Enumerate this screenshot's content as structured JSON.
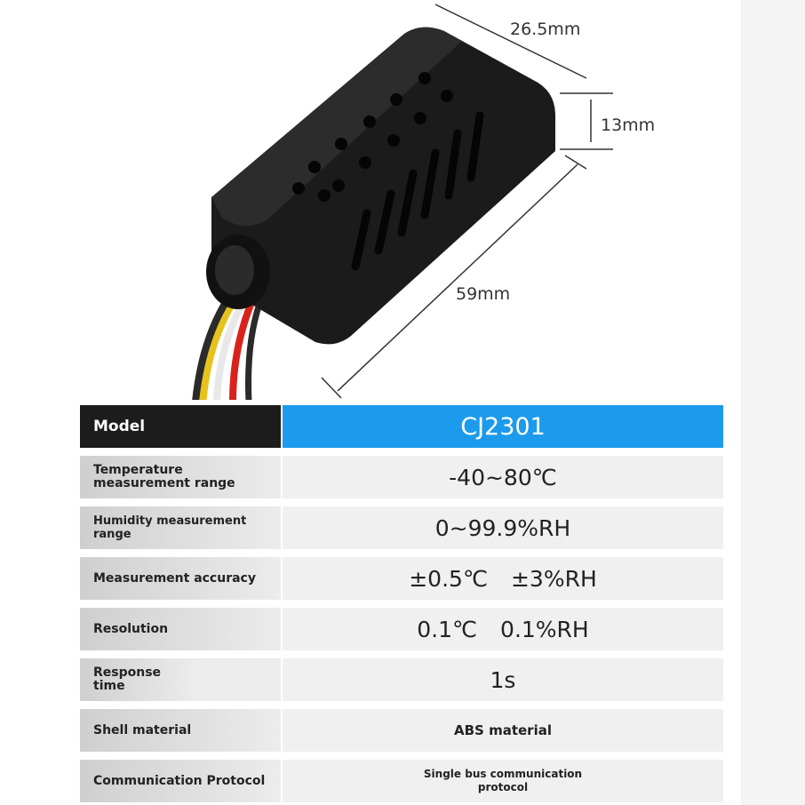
{
  "dimensions": {
    "width": "26.5mm",
    "height": "13mm",
    "length": "59mm"
  },
  "table": {
    "header": {
      "label": "Model",
      "value": "CJ2301"
    },
    "rows": [
      {
        "label": "Temperature measurement range",
        "value": "-40~80℃"
      },
      {
        "label": "Humidity measurement range",
        "value": "0~99.9%RH"
      },
      {
        "label": "Measurement accuracy",
        "value": "±0.5℃ ±3%RH"
      },
      {
        "label": "Resolution",
        "value": "0.1℃ 0.1%RH"
      },
      {
        "label": "Response time",
        "value": "1s"
      },
      {
        "label": "Shell material",
        "value": "ABS material"
      },
      {
        "label": "Communication Protocol",
        "value": "Single bus communication protocol"
      }
    ]
  },
  "colors": {
    "header_label_bg": "#1c1c1c",
    "header_value_bg": "#1c9bec",
    "row_bg": "#f0f0f0"
  }
}
